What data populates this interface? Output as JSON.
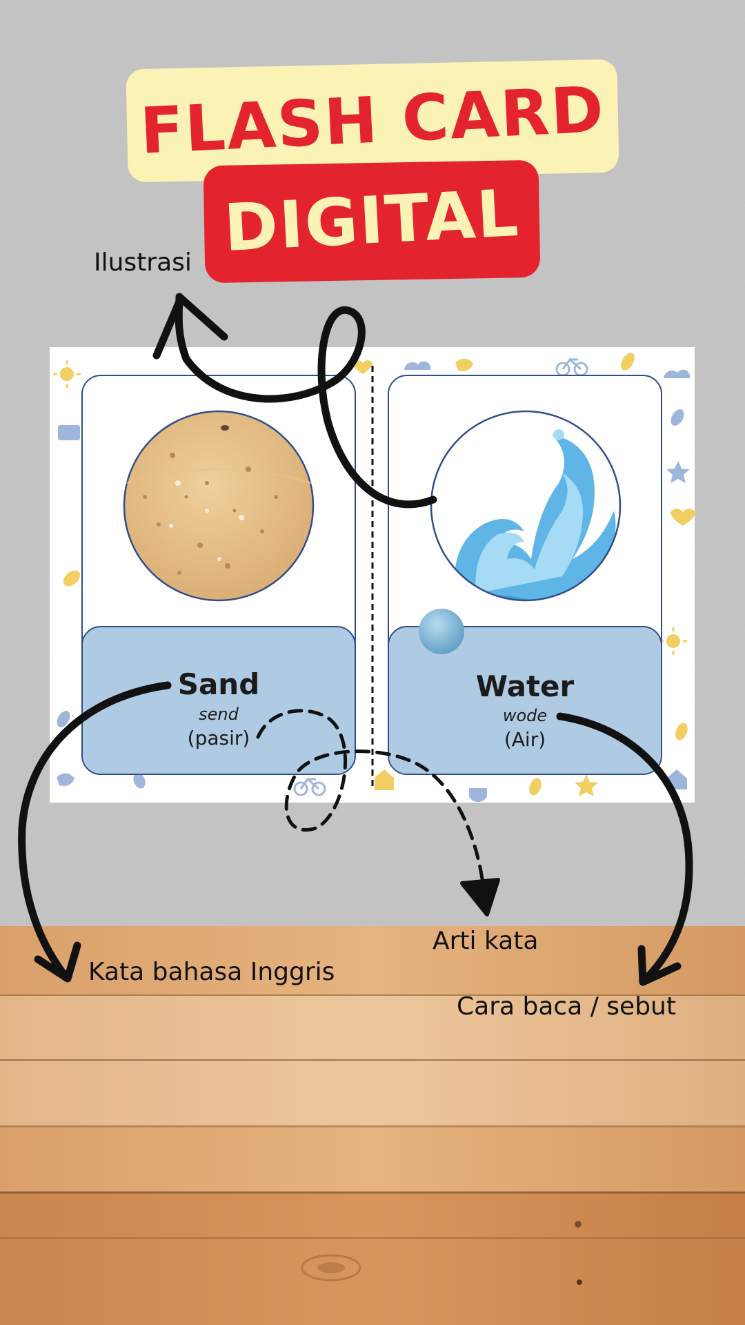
{
  "title": {
    "line1": "FLASH CARD",
    "line2": "DIGITAL"
  },
  "annotations": {
    "illustration": "Ilustrasi",
    "english_word": "Kata bahasa Inggris",
    "meaning": "Arti kata",
    "pronunciation": "Cara baca / sebut"
  },
  "cards": [
    {
      "word": "Sand",
      "pronunciation": "send",
      "meaning": "(pasir)",
      "illustration": "sand-ball"
    },
    {
      "word": "Water",
      "pronunciation": "wode",
      "meaning": "(Air)",
      "illustration": "water-wave"
    }
  ],
  "colors": {
    "title_red": "#e3242f",
    "title_cream": "#fbf3b5",
    "card_border": "#2f4e8a",
    "card_bottom": "#aecbe3",
    "doodle_blue": "#8fa8cf",
    "doodle_yellow": "#f2cf62"
  }
}
